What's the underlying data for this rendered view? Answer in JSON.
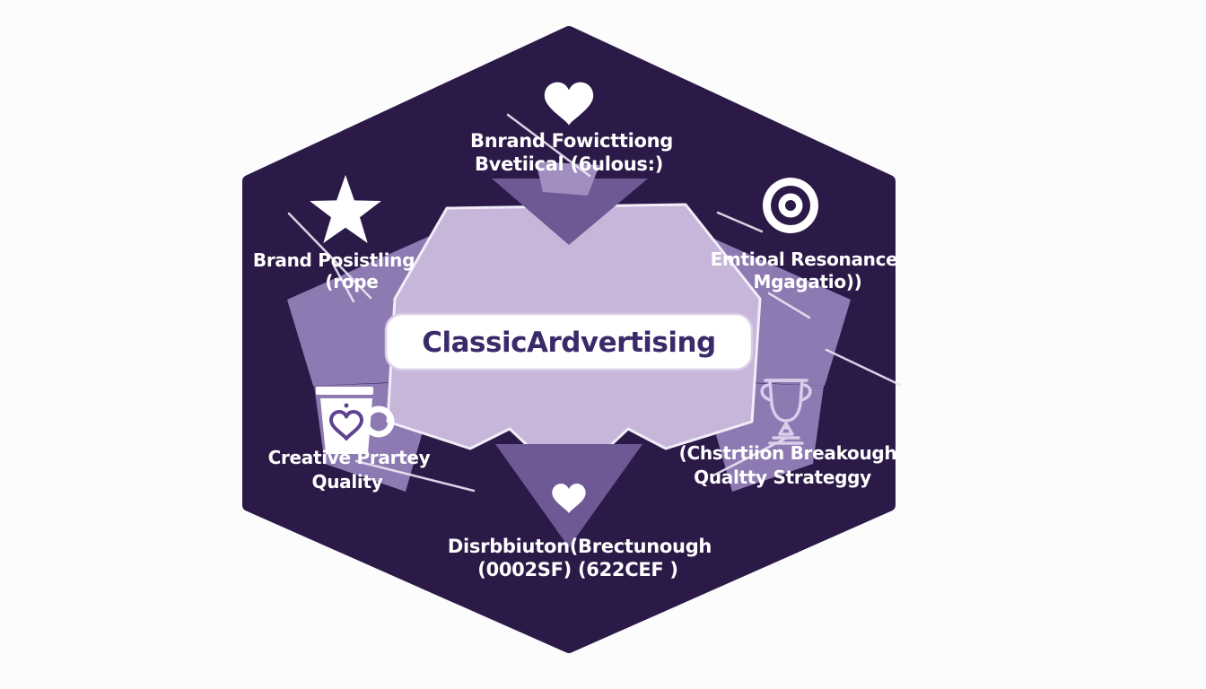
{
  "diagram": {
    "center_label": "ClassicArdvertising",
    "nodes": {
      "top": {
        "icon": "heart",
        "line1": "Bnrand Fowicttiong",
        "line2": "Bvetiical (6ulous:)"
      },
      "upper_left": {
        "icon": "star",
        "line1": "Brand Posistling",
        "line2": "(rope"
      },
      "upper_right": {
        "icon": "target",
        "line1": "Emtioal Resonance",
        "line2": "Mgagatio))"
      },
      "lower_left": {
        "icon": "mug-heart",
        "line1": "Creative Prartey",
        "line2": "Quality"
      },
      "lower_right": {
        "icon": "trophy",
        "line1": "(Chstrtiion Breakough",
        "line2": "Qualtty Strateggy"
      },
      "bottom": {
        "icon": "heart",
        "line1": "Disrbbiuton(Brectunough",
        "line2": "(0002SF) (622CEF )"
      }
    },
    "colors": {
      "background": "#fcfcfd",
      "outer_hexagon": "#2b1a48",
      "inner_hexagon": "#c8b5da",
      "inner_outline": "#f1edf8",
      "chevron": "#6e5995",
      "corner_shape": "#8d7ab2",
      "corner_outline": "#eee9f6",
      "accent_patch": "#a18dc0",
      "banner_background": "#ffffff",
      "banner_border": "#d9cfe8",
      "banner_text": "#3a2a6a",
      "label_text": "#ffffff",
      "decor_line": "#ece7f4",
      "icon_fill": "#ffffff",
      "mug_heart_stroke": "#5f4390",
      "trophy_stroke": "#d8cdea"
    }
  }
}
